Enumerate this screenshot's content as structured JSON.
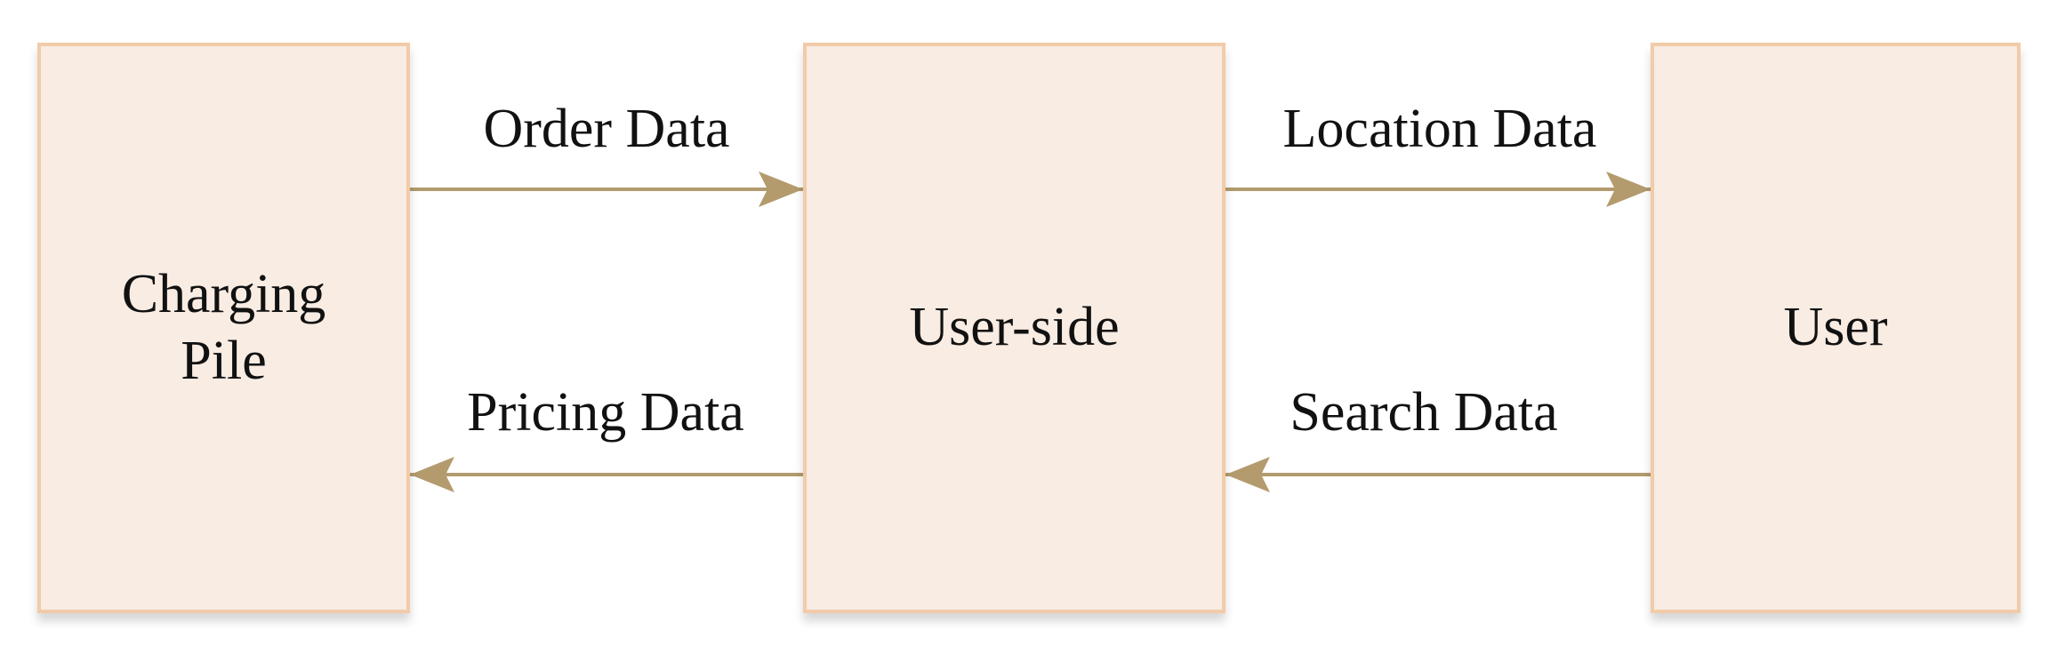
{
  "boxes": {
    "charging_pile": {
      "label": "Charging\nPile"
    },
    "user_side": {
      "label": "User-side"
    },
    "user": {
      "label": "User"
    }
  },
  "edges": {
    "order": {
      "label": "Order Data"
    },
    "location": {
      "label": "Location Data"
    },
    "pricing": {
      "label": "Pricing Data"
    },
    "search": {
      "label": "Search Data"
    }
  },
  "colors": {
    "box_fill": "#f8ece3",
    "box_border": "#f2cba9",
    "arrow": "#b39b6e",
    "text": "#111111"
  }
}
